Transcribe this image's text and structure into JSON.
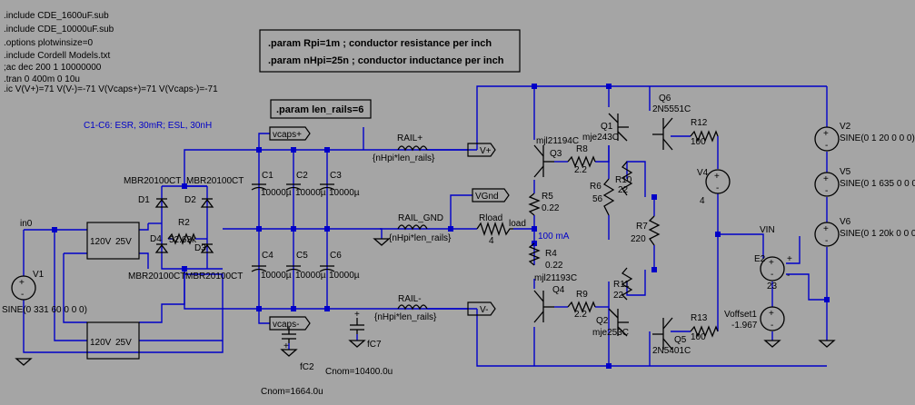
{
  "directives": [
    ".include CDE_1600uF.sub",
    ".include CDE_10000uF.sub",
    ".options plotwinsize=0",
    ".include Cordell Models.txt",
    ";ac dec 200 1 10000000",
    ".tran 0 400m 0 10u",
    ".ic V(V+)=71  V(V-)=-71 V(Vcaps+)=71 V(Vcaps-)=-71"
  ],
  "param_box": {
    "line1": ".param Rpi=1m ; conductor resistance per inch",
    "line2": ".param nHpi=25n ; conductor inductance per inch"
  },
  "len_rails": ".param len_rails=6",
  "comment": "C1-C6: ESR, 30mR; ESL, 30nH",
  "labels": {
    "in0": "in0",
    "v1": "V1",
    "v1_val": "SINE(0 331 60 0 0 0)",
    "xfmr_pri": "120V",
    "xfmr_sec": "25V",
    "xfmr2_pri": "120V",
    "xfmr2_sec": "25V",
    "d1": "D1",
    "d2": "D2",
    "d3": "D3",
    "d4": "D4",
    "mbr1": "MBR20100CT",
    "mbr2": "MBR20100CT",
    "mbr3": "MBR20100CT",
    "mbr4": "MBR20100CT",
    "r2": "R2",
    "r2_val": "52.63k",
    "c1": "C1",
    "c2": "C2",
    "c3": "C3",
    "c4": "C4",
    "c5": "C5",
    "c6": "C6",
    "c_val": "10000µ",
    "vcaps_plus": "vcaps+",
    "vcaps_minus": "vcaps-",
    "rail_plus": "RAIL+",
    "rail_gnd": "RAIL_GND",
    "rail_minus": "RAIL-",
    "rail_expr": "{nHpi*len_rails}",
    "vplus": "V+",
    "vminus": "V-",
    "vgnd": "VGnd",
    "rload": "Rload",
    "rload_val": "4",
    "load": "load",
    "fc2": "fC2",
    "fc2_cnom": "Cnom=1664.0u",
    "fc7": "fC7",
    "fc7_cnom": "Cnom=10400.0u",
    "q3": "Q3",
    "q3_part": "mjl21194C",
    "q4": "Q4",
    "q4_part": "mjl21193C",
    "q1": "Q1",
    "q1_part": "mje243C",
    "q2": "Q2",
    "q2_part": "mje253C",
    "q6": "Q6",
    "q6_part": "2N5551C",
    "q5": "Q5",
    "q5_part": "2N5401C",
    "r8": "R8",
    "r8_val": "2.2",
    "r9": "R9",
    "r9_val": "2.2",
    "r5": "R5",
    "r5_val": "0.22",
    "r4": "R4",
    "r4_val": "0.22",
    "r6": "R6",
    "r6_val": "56",
    "r10": "R10",
    "r10_val": "22",
    "r11": "R11",
    "r11_val": "22",
    "r7": "R7",
    "r7_val": "220",
    "r12": "R12",
    "r12_val": "100",
    "r13": "R13",
    "r13_val": "100",
    "v4": "V4",
    "v4_val": "4",
    "current": "100 mA",
    "vin": "VIN",
    "e2": "E2",
    "e2_val": "23",
    "voffset": "Voffset1",
    "voffset_val": "-1.967",
    "v2": "V2",
    "v2_val": "SINE(0 1 20 0 0 0)",
    "v5": "V5",
    "v5_val": "SINE(0 1 635 0 0 0)",
    "v6": "V6",
    "v6_val": "SINE(0 1 20k 0 0 0)",
    "plus": "+",
    "minus": "-"
  },
  "colors": {
    "background": "#a5a5a5",
    "wire": "#0000c8",
    "component": "#000000"
  }
}
